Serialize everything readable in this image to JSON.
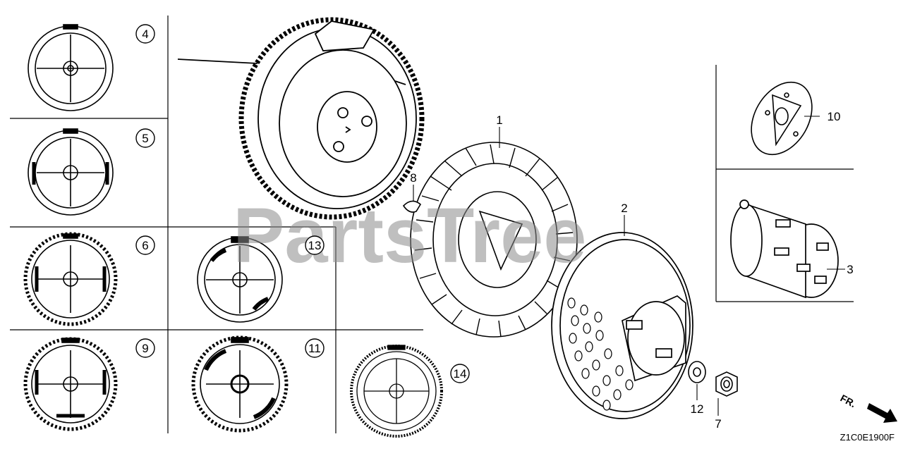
{
  "watermark": {
    "text": "PartsTree"
  },
  "diagram_code": "Z1C0E1900F",
  "direction_label": "FR.",
  "callouts": {
    "c1": "1",
    "c2": "2",
    "c3": "3",
    "c4": "4",
    "c5": "5",
    "c6": "6",
    "c7": "7",
    "c8": "8",
    "c9": "9",
    "c10": "10",
    "c11": "11",
    "c12": "12",
    "c13": "13",
    "c14": "14"
  }
}
